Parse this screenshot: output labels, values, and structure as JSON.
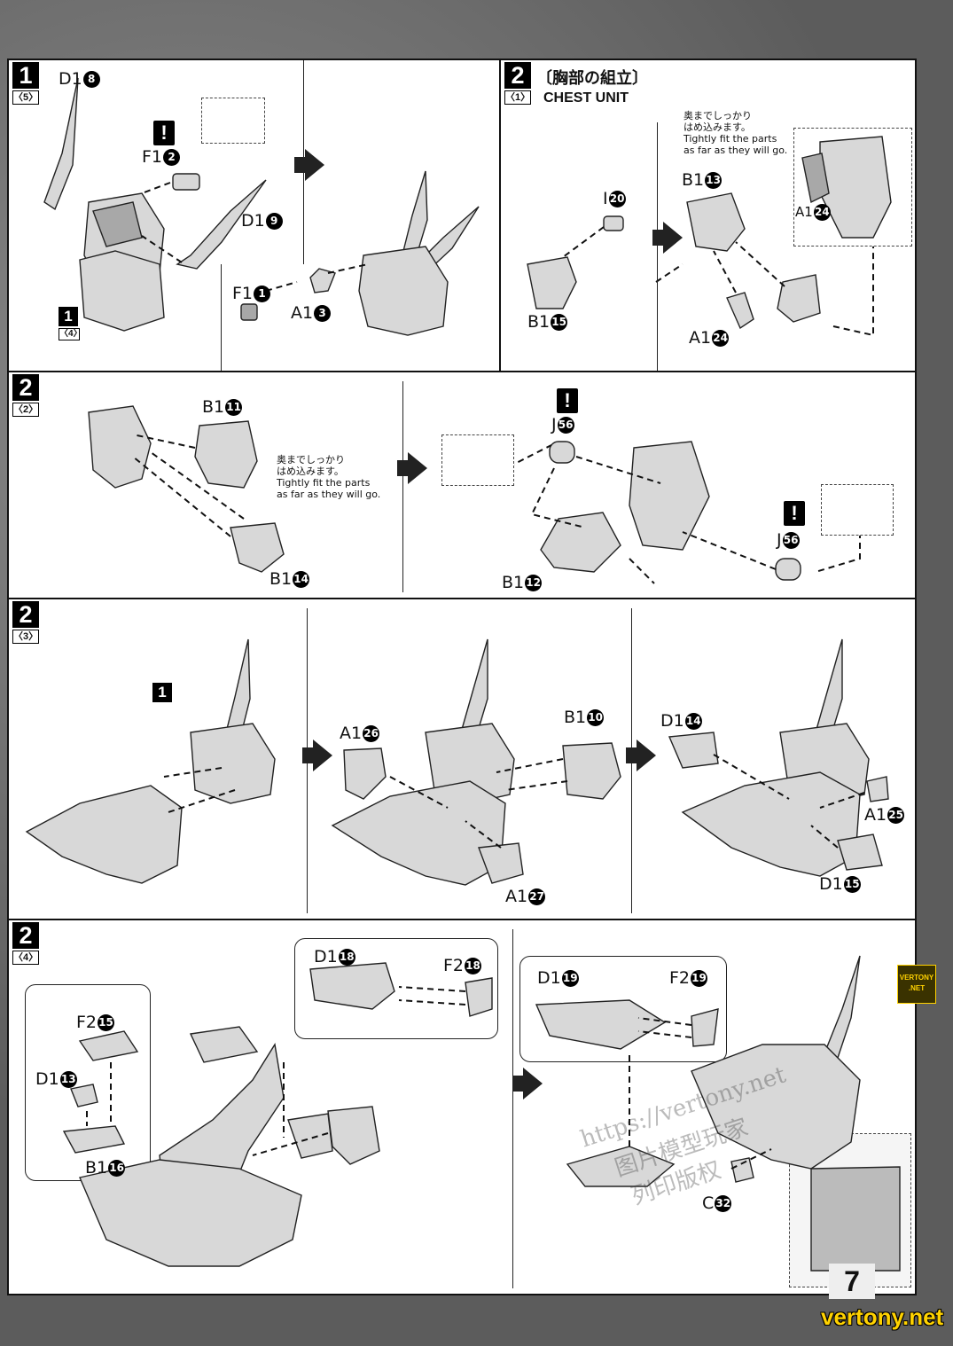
{
  "step1": {
    "number": "1",
    "sub": "5",
    "labels": {
      "d1_8": "D1",
      "d1_8_n": "8",
      "f1_2": "F1",
      "f1_2_n": "2",
      "d1_9": "D1",
      "d1_9_n": "9",
      "f1_1": "F1",
      "f1_1_n": "1",
      "a1_3": "A1",
      "a1_3_n": "3"
    },
    "ref": {
      "num": "1",
      "sub": "4"
    },
    "warning": "!"
  },
  "step2_1": {
    "number": "2",
    "sub": "1",
    "title_jp": "〔胸部の組立〕",
    "title_en": "CHEST UNIT",
    "note_jp_1": "奥までしっかり",
    "note_jp_2": "はめ込みます。",
    "note_en_1": "Tightly fit the parts",
    "note_en_2": "as far as they will go.",
    "labels": {
      "i_20": "I",
      "i_20_n": "20",
      "b1_15": "B1",
      "b1_15_n": "15",
      "b1_13": "B1",
      "b1_13_n": "13",
      "a1_24a": "A1",
      "a1_24a_n": "24",
      "a1_24b": "A1",
      "a1_24b_n": "24"
    }
  },
  "step2_2": {
    "number": "2",
    "sub": "2",
    "note_jp_1": "奥までしっかり",
    "note_jp_2": "はめ込みます。",
    "note_en_1": "Tightly fit the parts",
    "note_en_2": "as far as they will go.",
    "labels": {
      "b1_11": "B1",
      "b1_11_n": "11",
      "b1_14": "B1",
      "b1_14_n": "14",
      "j_56a": "J",
      "j_56a_n": "56",
      "j_56b": "J",
      "j_56b_n": "56",
      "b1_12": "B1",
      "b1_12_n": "12"
    },
    "warning": "!"
  },
  "step2_3": {
    "number": "2",
    "sub": "3",
    "ref": "1",
    "labels": {
      "a1_26": "A1",
      "a1_26_n": "26",
      "b1_10": "B1",
      "b1_10_n": "10",
      "a1_27": "A1",
      "a1_27_n": "27",
      "d1_14": "D1",
      "d1_14_n": "14",
      "a1_25": "A1",
      "a1_25_n": "25",
      "d1_15": "D1",
      "d1_15_n": "15"
    }
  },
  "step2_4": {
    "number": "2",
    "sub": "4",
    "labels": {
      "f2_15": "F2",
      "f2_15_n": "15",
      "d1_13": "D1",
      "d1_13_n": "13",
      "b1_16": "B1",
      "b1_16_n": "16",
      "d1_18": "D1",
      "d1_18_n": "18",
      "f2_18": "F2",
      "f2_18_n": "18",
      "d1_19": "D1",
      "d1_19_n": "19",
      "f2_19": "F2",
      "f2_19_n": "19",
      "c_32a": "C",
      "c_32a_n": "32",
      "c_32b": "C",
      "c_32b_n": "32"
    }
  },
  "footer": {
    "page_number": "7",
    "brand": "vertony.net",
    "badge_1": "VERTONY",
    "badge_2": ".NET",
    "watermark_1": "https://vertony.net",
    "watermark_2": "图片模型玩家",
    "watermark_3": "列印版权"
  }
}
